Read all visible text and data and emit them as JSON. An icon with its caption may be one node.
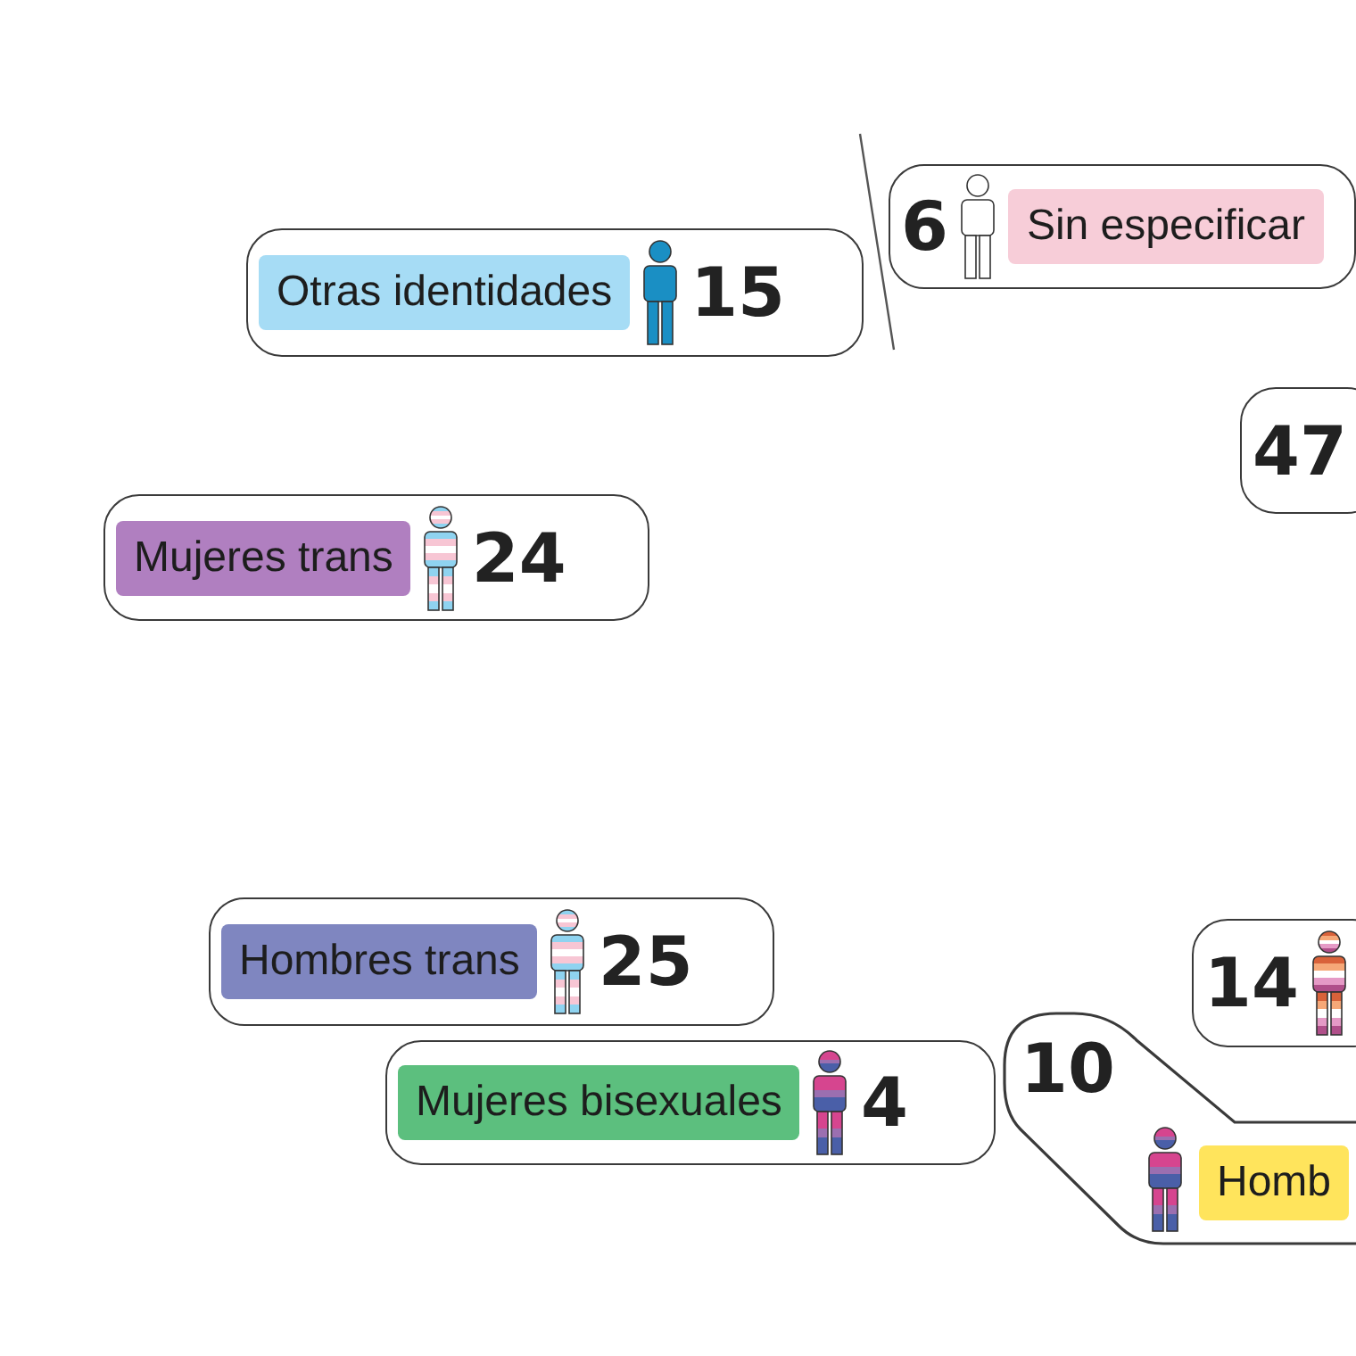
{
  "diagram": {
    "nodes": [
      {
        "text": [
          "Otras identidades",
          "15"
        ]
      },
      {
        "text": [
          "6",
          "Sin especificar"
        ]
      },
      {
        "text": [
          "47"
        ]
      },
      {
        "text": [
          "Mujeres trans",
          "24"
        ]
      },
      {
        "text": [
          "Hombres trans",
          "25"
        ]
      },
      {
        "text": [
          "14"
        ]
      },
      {
        "text": [
          "Mujeres bisexuales",
          "4"
        ]
      },
      {
        "text": [
          "10",
          "Homb"
        ]
      }
    ]
  }
}
